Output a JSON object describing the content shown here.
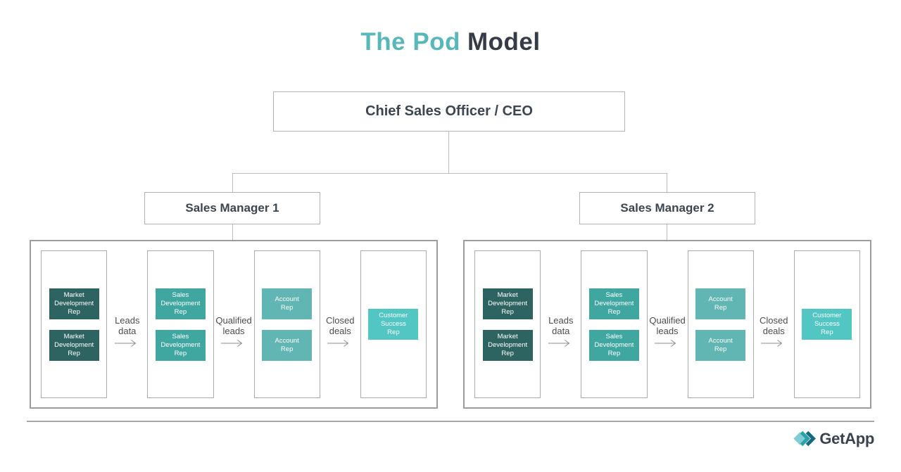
{
  "title": {
    "highlight": "The Pod",
    "rest": "Model",
    "highlight_color": "#58B7B8",
    "rest_color": "#353C47"
  },
  "org": {
    "ceo": {
      "label": "Chief Sales Officer / CEO"
    },
    "managers": [
      {
        "label": "Sales Manager 1"
      },
      {
        "label": "Sales Manager 2"
      }
    ]
  },
  "pods": [
    {
      "columns": [
        {
          "role": "Market Development Rep",
          "lines": [
            "Market",
            "Development",
            "Rep"
          ],
          "color": "#2D6461",
          "count": 2
        },
        {
          "role": "Sales Development Rep",
          "lines": [
            "Sales",
            "Development",
            "Rep"
          ],
          "color": "#40A6A0",
          "count": 2
        },
        {
          "role": "Account Rep",
          "lines": [
            "Account",
            "Rep"
          ],
          "color": "#61B5B3",
          "count": 2
        },
        {
          "role": "Customer Success Rep",
          "lines": [
            "Customer",
            "Success",
            "Rep"
          ],
          "color": "#52C6C3",
          "count": 1
        }
      ],
      "flows": [
        {
          "label": "Leads data",
          "lines": [
            "Leads",
            "data"
          ]
        },
        {
          "label": "Qualified leads",
          "lines": [
            "Qualified",
            "leads"
          ]
        },
        {
          "label": "Closed deals",
          "lines": [
            "Closed",
            "deals"
          ]
        }
      ]
    },
    {
      "columns": [
        {
          "role": "Market Development Rep",
          "lines": [
            "Market",
            "Development",
            "Rep"
          ],
          "color": "#2D6461",
          "count": 2
        },
        {
          "role": "Sales Development Rep",
          "lines": [
            "Sales",
            "Development",
            "Rep"
          ],
          "color": "#40A6A0",
          "count": 2
        },
        {
          "role": "Account Rep",
          "lines": [
            "Account",
            "Rep"
          ],
          "color": "#61B5B3",
          "count": 2
        },
        {
          "role": "Customer Success Rep",
          "lines": [
            "Customer",
            "Success",
            "Rep"
          ],
          "color": "#52C6C3",
          "count": 1
        }
      ],
      "flows": [
        {
          "label": "Leads data",
          "lines": [
            "Leads",
            "data"
          ]
        },
        {
          "label": "Qualified leads",
          "lines": [
            "Qualified",
            "leads"
          ]
        },
        {
          "label": "Closed deals",
          "lines": [
            "Closed",
            "deals"
          ]
        }
      ]
    }
  ],
  "footer": {
    "brand": "GetApp"
  },
  "icons": {
    "brand_icon": "getapp-triple-chevron-right",
    "flow_arrow": "right-arrow"
  },
  "colors": {
    "accent_teal": "#58B7B8",
    "dark_text": "#353C47",
    "connector_gray": "#BCBCBC",
    "border_gray": "#9C9C9C"
  }
}
